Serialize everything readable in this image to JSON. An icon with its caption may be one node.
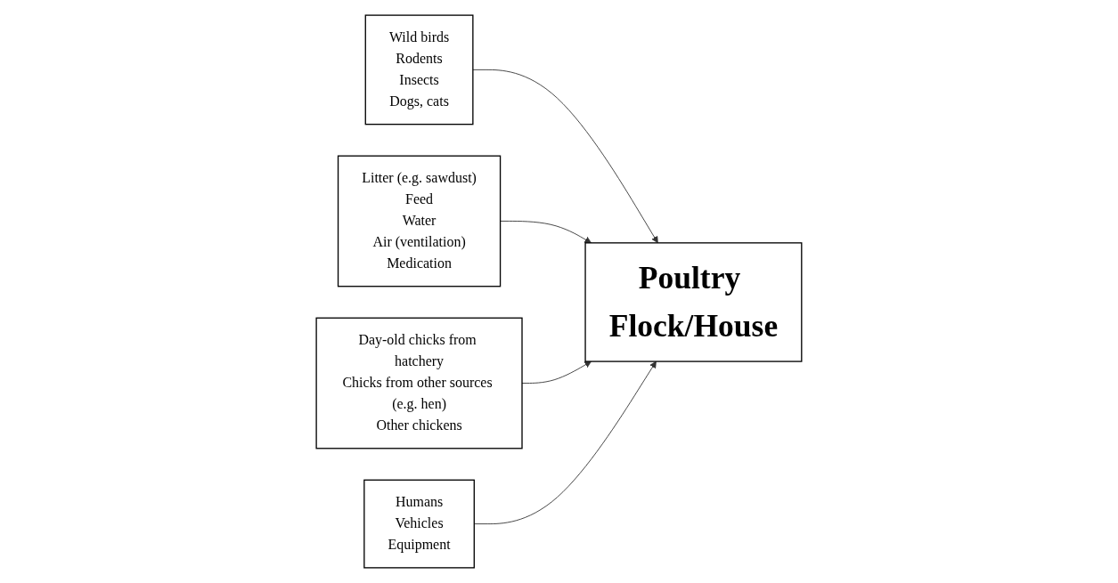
{
  "diagram": {
    "nodes": [
      {
        "text": [
          "Wild birds",
          "Rodents",
          "Insects",
          "Dogs, cats"
        ]
      },
      {
        "text": [
          "Litter (e.g. sawdust)",
          "Feed",
          "Water",
          "Air (ventilation)",
          "Medication"
        ]
      },
      {
        "text": [
          "Poultry Flock/House"
        ]
      },
      {
        "text": [
          "Day-old chicks from hatchery",
          "Chicks from other sources (e.g. hen)",
          "Other chickens"
        ]
      },
      {
        "text": [
          "Humans",
          "Vehicles",
          "Equipment"
        ]
      }
    ],
    "edges": [
      {
        "from": 0,
        "to": 2,
        "arrow": "to"
      },
      {
        "from": 1,
        "to": 2,
        "arrow": "to"
      },
      {
        "from": 3,
        "to": 2,
        "arrow": "to"
      },
      {
        "from": 4,
        "to": 2,
        "arrow": "to"
      }
    ]
  }
}
